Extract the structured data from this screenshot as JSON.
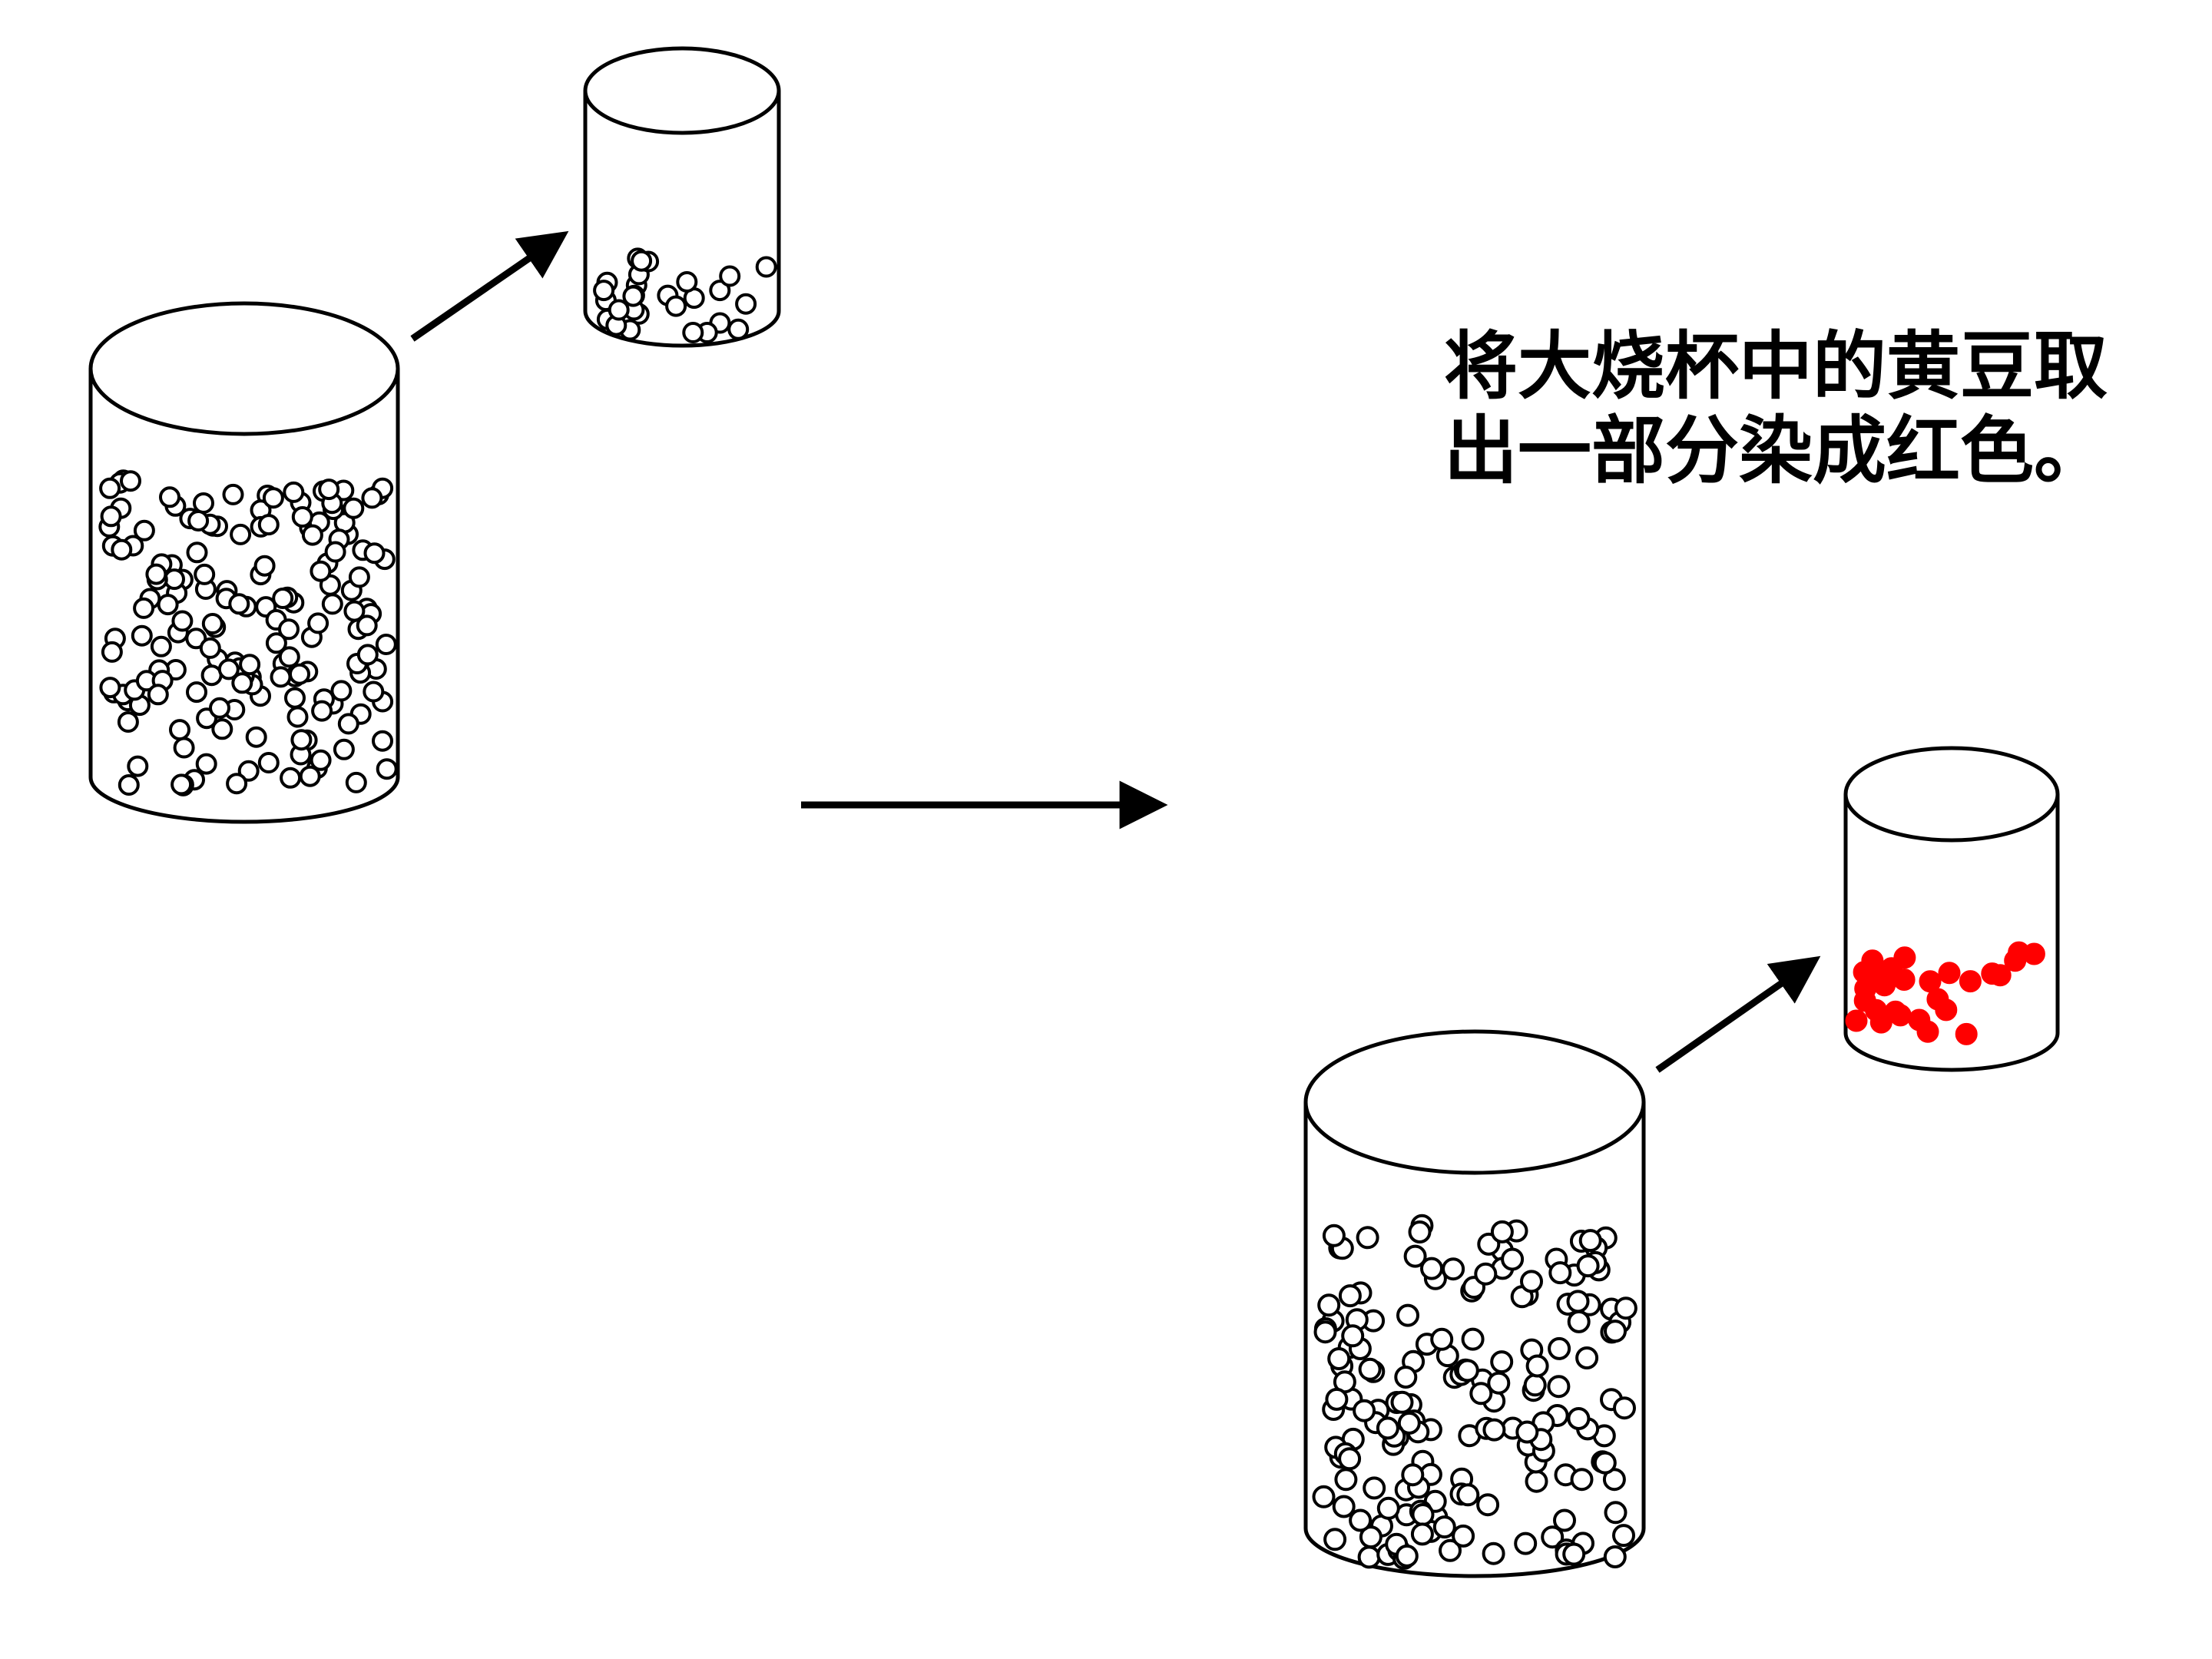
{
  "caption": {
    "line1": "将大烧杯中的黄豆取",
    "line2": "出一部分染成红色。"
  },
  "beans": {
    "large_beaker_before": {
      "count": 170,
      "color": "#ffffff"
    },
    "small_beaker_before": {
      "count": 28,
      "color": "#ffffff"
    },
    "large_beaker_after": {
      "count": 170,
      "color": "#ffffff"
    },
    "small_beaker_after": {
      "count": 28,
      "color": "#ff0000"
    }
  },
  "colors": {
    "outline": "#000000",
    "dyed_bean": "#ff0000",
    "background": "#ffffff"
  },
  "icons": {
    "scoop_arrow_1": "arrow-up-right-icon",
    "process_arrow": "arrow-right-icon",
    "scoop_arrow_2": "arrow-up-right-icon"
  }
}
